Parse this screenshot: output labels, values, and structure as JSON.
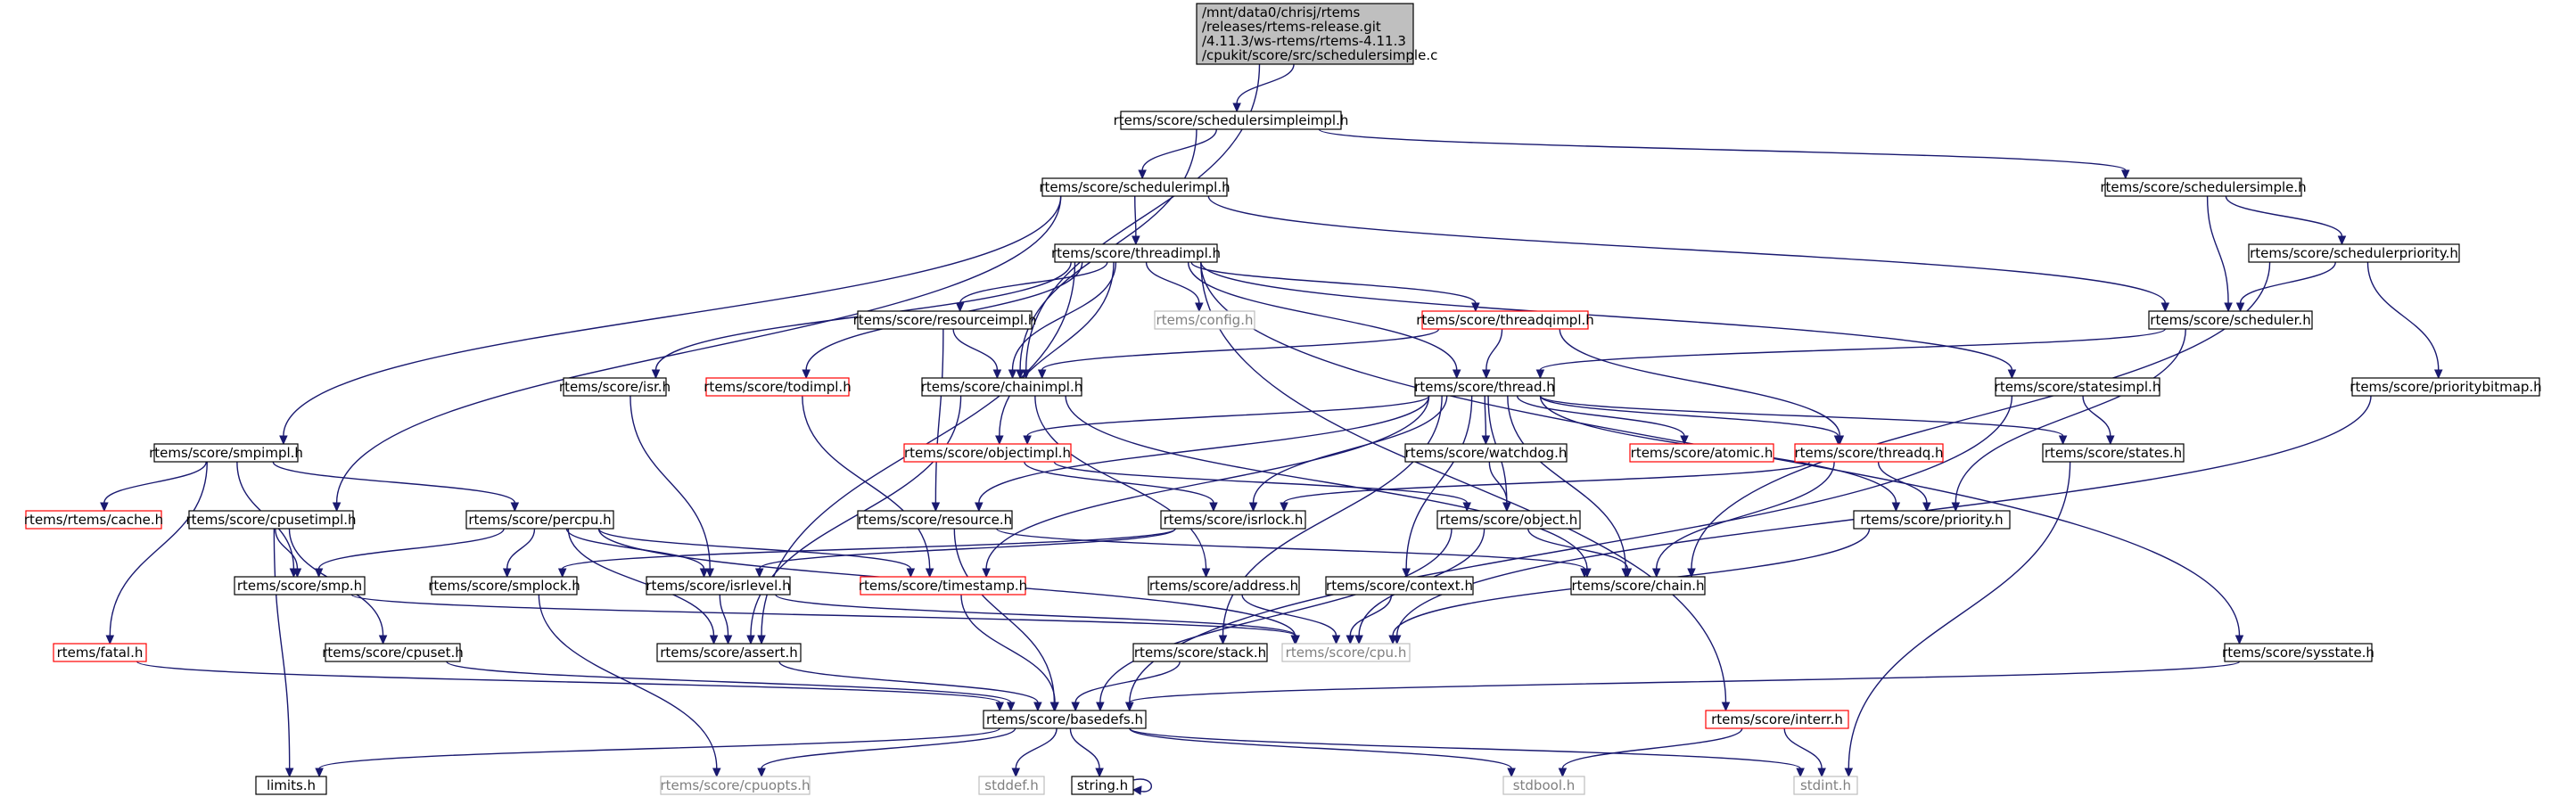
{
  "colors": {
    "edge": "#191970",
    "node_border": "#000000",
    "missing_border": "#ff0000",
    "system_border": "#bfbfbf",
    "root_fill": "#bfbfbf",
    "node_fill": "#ffffff",
    "system_text": "#7f7f7f"
  },
  "nodes": [
    {
      "id": "root",
      "lines": [
        "/mnt/data0/chrisj/rtems",
        "/releases/rtems-release.git",
        "/4.11.3/ws-rtems/rtems-4.11.3",
        "/cpukit/score/src/schedulersimple.c"
      ],
      "kind": "root"
    },
    {
      "id": "schedulersimpleimpl",
      "lines": [
        "rtems/score/schedulersimpleimpl.h"
      ],
      "kind": "normal"
    },
    {
      "id": "schedulerimpl",
      "lines": [
        "rtems/score/schedulerimpl.h"
      ],
      "kind": "normal"
    },
    {
      "id": "schedulersimple",
      "lines": [
        "rtems/score/schedulersimple.h"
      ],
      "kind": "normal"
    },
    {
      "id": "threadimpl",
      "lines": [
        "rtems/score/threadimpl.h"
      ],
      "kind": "normal"
    },
    {
      "id": "schedulerpriority",
      "lines": [
        "rtems/score/schedulerpriority.h"
      ],
      "kind": "normal"
    },
    {
      "id": "resourceimpl",
      "lines": [
        "rtems/score/resourceimpl.h"
      ],
      "kind": "normal"
    },
    {
      "id": "config",
      "lines": [
        "rtems/config.h"
      ],
      "kind": "system"
    },
    {
      "id": "threadqimpl",
      "lines": [
        "rtems/score/threadqimpl.h"
      ],
      "kind": "missing"
    },
    {
      "id": "scheduler",
      "lines": [
        "rtems/score/scheduler.h"
      ],
      "kind": "normal"
    },
    {
      "id": "isr",
      "lines": [
        "rtems/score/isr.h"
      ],
      "kind": "normal"
    },
    {
      "id": "todimpl",
      "lines": [
        "rtems/score/todimpl.h"
      ],
      "kind": "missing"
    },
    {
      "id": "chainimpl",
      "lines": [
        "rtems/score/chainimpl.h"
      ],
      "kind": "normal"
    },
    {
      "id": "thread",
      "lines": [
        "rtems/score/thread.h"
      ],
      "kind": "normal"
    },
    {
      "id": "statesimpl",
      "lines": [
        "rtems/score/statesimpl.h"
      ],
      "kind": "normal"
    },
    {
      "id": "prioritybitmap",
      "lines": [
        "rtems/score/prioritybitmap.h"
      ],
      "kind": "normal"
    },
    {
      "id": "smpimpl",
      "lines": [
        "rtems/score/smpimpl.h"
      ],
      "kind": "normal"
    },
    {
      "id": "objectimpl",
      "lines": [
        "rtems/score/objectimpl.h"
      ],
      "kind": "missing"
    },
    {
      "id": "watchdog",
      "lines": [
        "rtems/score/watchdog.h"
      ],
      "kind": "normal"
    },
    {
      "id": "atomic",
      "lines": [
        "rtems/score/atomic.h"
      ],
      "kind": "missing"
    },
    {
      "id": "threadq",
      "lines": [
        "rtems/score/threadq.h"
      ],
      "kind": "missing"
    },
    {
      "id": "states",
      "lines": [
        "rtems/score/states.h"
      ],
      "kind": "normal"
    },
    {
      "id": "cache",
      "lines": [
        "rtems/rtems/cache.h"
      ],
      "kind": "missing"
    },
    {
      "id": "cpusetimpl",
      "lines": [
        "rtems/score/cpusetimpl.h"
      ],
      "kind": "normal"
    },
    {
      "id": "percpu",
      "lines": [
        "rtems/score/percpu.h"
      ],
      "kind": "normal"
    },
    {
      "id": "resource",
      "lines": [
        "rtems/score/resource.h"
      ],
      "kind": "normal"
    },
    {
      "id": "isrlock",
      "lines": [
        "rtems/score/isrlock.h"
      ],
      "kind": "normal"
    },
    {
      "id": "object",
      "lines": [
        "rtems/score/object.h"
      ],
      "kind": "normal"
    },
    {
      "id": "priority",
      "lines": [
        "rtems/score/priority.h"
      ],
      "kind": "normal"
    },
    {
      "id": "smp",
      "lines": [
        "rtems/score/smp.h"
      ],
      "kind": "normal"
    },
    {
      "id": "smplock",
      "lines": [
        "rtems/score/smplock.h"
      ],
      "kind": "normal"
    },
    {
      "id": "isrlevel",
      "lines": [
        "rtems/score/isrlevel.h"
      ],
      "kind": "normal"
    },
    {
      "id": "timestamp",
      "lines": [
        "rtems/score/timestamp.h"
      ],
      "kind": "missing"
    },
    {
      "id": "address",
      "lines": [
        "rtems/score/address.h"
      ],
      "kind": "normal"
    },
    {
      "id": "context",
      "lines": [
        "rtems/score/context.h"
      ],
      "kind": "normal"
    },
    {
      "id": "chain",
      "lines": [
        "rtems/score/chain.h"
      ],
      "kind": "normal"
    },
    {
      "id": "fatal",
      "lines": [
        "rtems/fatal.h"
      ],
      "kind": "missing"
    },
    {
      "id": "cpuset",
      "lines": [
        "rtems/score/cpuset.h"
      ],
      "kind": "normal"
    },
    {
      "id": "assert",
      "lines": [
        "rtems/score/assert.h"
      ],
      "kind": "normal"
    },
    {
      "id": "cpu",
      "lines": [
        "rtems/score/cpu.h"
      ],
      "kind": "system"
    },
    {
      "id": "stack",
      "lines": [
        "rtems/score/stack.h"
      ],
      "kind": "normal"
    },
    {
      "id": "sysstate",
      "lines": [
        "rtems/score/sysstate.h"
      ],
      "kind": "normal"
    },
    {
      "id": "basedefs",
      "lines": [
        "rtems/score/basedefs.h"
      ],
      "kind": "normal"
    },
    {
      "id": "interr",
      "lines": [
        "rtems/score/interr.h"
      ],
      "kind": "missing"
    },
    {
      "id": "limits",
      "lines": [
        "limits.h"
      ],
      "kind": "normal"
    },
    {
      "id": "cpuopts",
      "lines": [
        "rtems/score/cpuopts.h"
      ],
      "kind": "system"
    },
    {
      "id": "stddef",
      "lines": [
        "stddef.h"
      ],
      "kind": "system"
    },
    {
      "id": "string",
      "lines": [
        "string.h"
      ],
      "kind": "normal"
    },
    {
      "id": "stdbool",
      "lines": [
        "stdbool.h"
      ],
      "kind": "system"
    },
    {
      "id": "stdint",
      "lines": [
        "stdint.h"
      ],
      "kind": "system"
    }
  ],
  "edges": [
    [
      "root",
      "schedulersimpleimpl"
    ],
    [
      "root",
      "chainimpl"
    ],
    [
      "schedulersimpleimpl",
      "schedulerimpl"
    ],
    [
      "schedulersimpleimpl",
      "schedulersimple"
    ],
    [
      "schedulersimpleimpl",
      "chainimpl"
    ],
    [
      "schedulerimpl",
      "threadimpl"
    ],
    [
      "schedulerimpl",
      "scheduler"
    ],
    [
      "schedulerimpl",
      "smpimpl"
    ],
    [
      "schedulerimpl",
      "cpusetimpl"
    ],
    [
      "schedulersimple",
      "scheduler"
    ],
    [
      "schedulersimple",
      "schedulerpriority"
    ],
    [
      "schedulerpriority",
      "scheduler"
    ],
    [
      "schedulerpriority",
      "prioritybitmap"
    ],
    [
      "schedulerpriority",
      "chain"
    ],
    [
      "threadimpl",
      "resourceimpl"
    ],
    [
      "threadimpl",
      "config"
    ],
    [
      "threadimpl",
      "threadqimpl"
    ],
    [
      "threadimpl",
      "isr"
    ],
    [
      "threadimpl",
      "todimpl"
    ],
    [
      "threadimpl",
      "chainimpl"
    ],
    [
      "threadimpl",
      "thread"
    ],
    [
      "threadimpl",
      "statesimpl"
    ],
    [
      "threadimpl",
      "objectimpl"
    ],
    [
      "threadimpl",
      "assert"
    ],
    [
      "threadimpl",
      "sysstate"
    ],
    [
      "threadimpl",
      "interr"
    ],
    [
      "resourceimpl",
      "chainimpl"
    ],
    [
      "resourceimpl",
      "resource"
    ],
    [
      "threadqimpl",
      "chainimpl"
    ],
    [
      "threadqimpl",
      "thread"
    ],
    [
      "threadqimpl",
      "threadq"
    ],
    [
      "scheduler",
      "thread"
    ],
    [
      "scheduler",
      "priority"
    ],
    [
      "isr",
      "isrlevel"
    ],
    [
      "todimpl",
      "timestamp"
    ],
    [
      "chainimpl",
      "chain"
    ],
    [
      "chainimpl",
      "assert"
    ],
    [
      "chainimpl",
      "address"
    ],
    [
      "thread",
      "objectimpl"
    ],
    [
      "thread",
      "watchdog"
    ],
    [
      "thread",
      "atomic"
    ],
    [
      "thread",
      "threadq"
    ],
    [
      "thread",
      "states"
    ],
    [
      "thread",
      "resource"
    ],
    [
      "thread",
      "isrlock"
    ],
    [
      "thread",
      "object"
    ],
    [
      "thread",
      "priority"
    ],
    [
      "thread",
      "timestamp"
    ],
    [
      "thread",
      "context"
    ],
    [
      "thread",
      "stack"
    ],
    [
      "thread",
      "chain"
    ],
    [
      "statesimpl",
      "states"
    ],
    [
      "statesimpl",
      "basedefs"
    ],
    [
      "prioritybitmap",
      "cpu"
    ],
    [
      "smpimpl",
      "cache"
    ],
    [
      "smpimpl",
      "percpu"
    ],
    [
      "smpimpl",
      "fatal"
    ],
    [
      "smpimpl",
      "smp"
    ],
    [
      "objectimpl",
      "isrlock"
    ],
    [
      "objectimpl",
      "object"
    ],
    [
      "watchdog",
      "object"
    ],
    [
      "threadq",
      "priority"
    ],
    [
      "threadq",
      "isrlock"
    ],
    [
      "threadq",
      "chain"
    ],
    [
      "states",
      "stdint"
    ],
    [
      "cpusetimpl",
      "smp"
    ],
    [
      "cpusetimpl",
      "cpuset"
    ],
    [
      "cpusetimpl",
      "limits"
    ],
    [
      "percpu",
      "smp"
    ],
    [
      "percpu",
      "smplock"
    ],
    [
      "percpu",
      "isrlevel"
    ],
    [
      "percpu",
      "timestamp"
    ],
    [
      "percpu",
      "assert"
    ],
    [
      "percpu",
      "cpu"
    ],
    [
      "resource",
      "chain"
    ],
    [
      "resource",
      "basedefs"
    ],
    [
      "isrlock",
      "isrlevel"
    ],
    [
      "isrlock",
      "smplock"
    ],
    [
      "object",
      "chain"
    ],
    [
      "object",
      "cpu"
    ],
    [
      "object",
      "basedefs"
    ],
    [
      "priority",
      "cpu"
    ],
    [
      "smp",
      "cpu"
    ],
    [
      "smplock",
      "cpuopts"
    ],
    [
      "isrlevel",
      "assert"
    ],
    [
      "isrlevel",
      "cpu"
    ],
    [
      "timestamp",
      "basedefs"
    ],
    [
      "address",
      "cpu"
    ],
    [
      "context",
      "cpu"
    ],
    [
      "fatal",
      "basedefs"
    ],
    [
      "cpuset",
      "basedefs"
    ],
    [
      "assert",
      "basedefs"
    ],
    [
      "stack",
      "basedefs"
    ],
    [
      "sysstate",
      "basedefs"
    ],
    [
      "interr",
      "stdbool"
    ],
    [
      "interr",
      "stdint"
    ],
    [
      "basedefs",
      "limits"
    ],
    [
      "basedefs",
      "cpuopts"
    ],
    [
      "basedefs",
      "stddef"
    ],
    [
      "basedefs",
      "string"
    ],
    [
      "basedefs",
      "stdbool"
    ],
    [
      "basedefs",
      "stdint"
    ],
    [
      "string",
      "string"
    ]
  ]
}
